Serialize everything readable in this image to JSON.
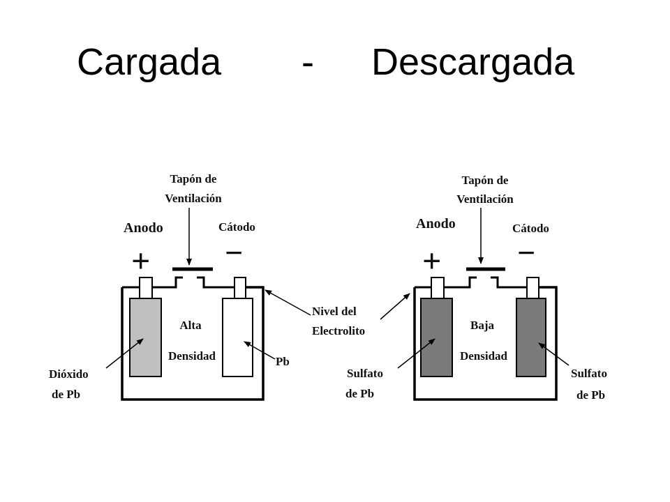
{
  "title": {
    "left": "Cargada",
    "separator": "-",
    "right": "Descargada"
  },
  "charged": {
    "vent_line1": "Tapón de",
    "vent_line2": "Ventilación",
    "anode": "Anodo",
    "cathode": "Cátodo",
    "plus": "+",
    "minus": "−",
    "density_line1": "Alta",
    "density_line2": "Densidad",
    "left_plate_line1": "Dióxido",
    "left_plate_line2": "de Pb",
    "right_plate": "Pb"
  },
  "electrolyte_line1": "Nivel del",
  "electrolyte_line2": "Electrolito",
  "discharged": {
    "vent_line1": "Tapón de",
    "vent_line2": "Ventilación",
    "anode": "Anodo",
    "cathode": "Cátodo",
    "plus": "+",
    "minus": "−",
    "density_line1": "Baja",
    "density_line2": "Densidad",
    "left_plate_line1": "Sulfato",
    "left_plate_line2": "de Pb",
    "right_plate_line1": "Sulfato",
    "right_plate_line2": "de Pb"
  },
  "colors": {
    "charged_anode_plate": "#c0c0c0",
    "charged_cathode_plate": "#ffffff",
    "discharged_plates": "#7a7a7a",
    "lines": "#000000"
  }
}
